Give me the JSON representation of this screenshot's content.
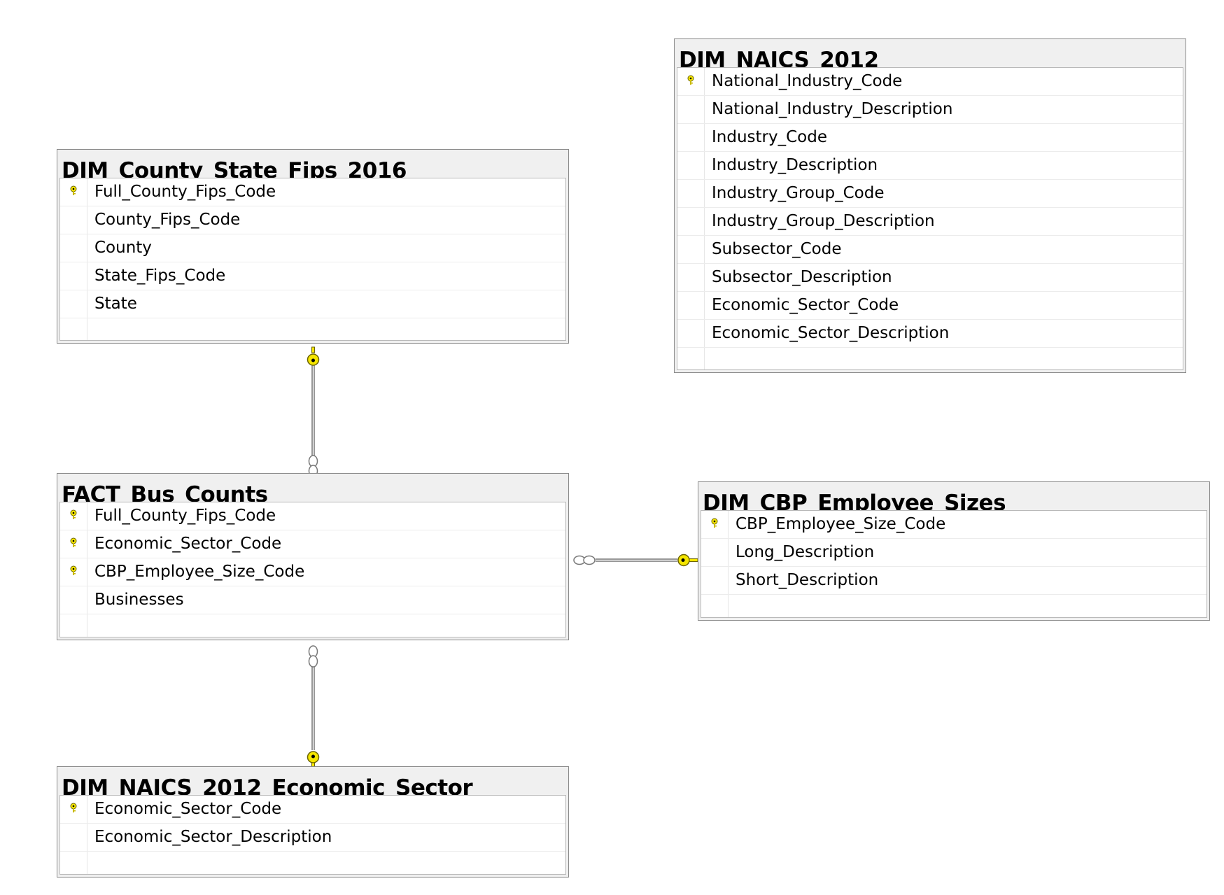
{
  "tables": {
    "naics": {
      "title": "DIM_NAICS_2012",
      "columns": [
        {
          "name": "National_Industry_Code",
          "pk": true
        },
        {
          "name": "National_Industry_Description",
          "pk": false
        },
        {
          "name": "Industry_Code",
          "pk": false
        },
        {
          "name": "Industry_Description",
          "pk": false
        },
        {
          "name": "Industry_Group_Code",
          "pk": false
        },
        {
          "name": "Industry_Group_Description",
          "pk": false
        },
        {
          "name": "Subsector_Code",
          "pk": false
        },
        {
          "name": "Subsector_Description",
          "pk": false
        },
        {
          "name": "Economic_Sector_Code",
          "pk": false
        },
        {
          "name": "Economic_Sector_Description",
          "pk": false
        }
      ]
    },
    "county": {
      "title": "DIM_County_State_Fips_2016",
      "columns": [
        {
          "name": "Full_County_Fips_Code",
          "pk": true
        },
        {
          "name": "County_Fips_Code",
          "pk": false
        },
        {
          "name": "County",
          "pk": false
        },
        {
          "name": "State_Fips_Code",
          "pk": false
        },
        {
          "name": "State",
          "pk": false
        }
      ]
    },
    "fact": {
      "title": "FACT_Bus_Counts",
      "columns": [
        {
          "name": "Full_County_Fips_Code",
          "pk": true
        },
        {
          "name": "Economic_Sector_Code",
          "pk": true
        },
        {
          "name": "CBP_Employee_Size_Code",
          "pk": true
        },
        {
          "name": "Businesses",
          "pk": false
        }
      ]
    },
    "employee": {
      "title": "DIM_CBP_Employee_Sizes",
      "columns": [
        {
          "name": "CBP_Employee_Size_Code",
          "pk": true
        },
        {
          "name": "Long_Description",
          "pk": false
        },
        {
          "name": "Short_Description",
          "pk": false
        }
      ]
    },
    "sector": {
      "title": "DIM_NAICS_2012_Economic_Sector",
      "columns": [
        {
          "name": "Economic_Sector_Code",
          "pk": true
        },
        {
          "name": "Economic_Sector_Description",
          "pk": false
        }
      ]
    }
  },
  "relationships": [
    {
      "from": "fact",
      "to": "county",
      "cardinality": "many-to-one"
    },
    {
      "from": "fact",
      "to": "sector",
      "cardinality": "many-to-one"
    },
    {
      "from": "fact",
      "to": "employee",
      "cardinality": "many-to-one"
    }
  ],
  "colors": {
    "key": "#f5e600",
    "key_outline": "#6b6300",
    "line": "#777777"
  }
}
